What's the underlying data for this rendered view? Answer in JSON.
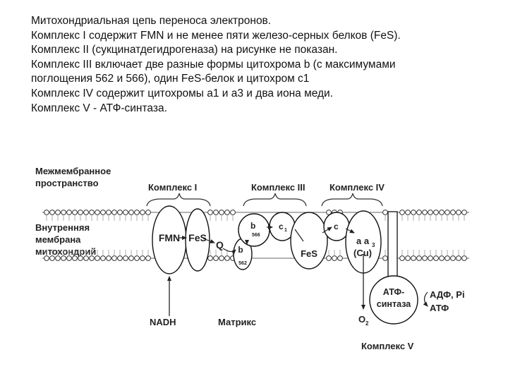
{
  "caption": {
    "lines": [
      "Митохондриальная цепь переноса электронов.",
      "Комплекс I содержит FMN и не менее пяти железо-серных белков (FeS).",
      "Комплекс II (сукцинатдегидрогеназа) на рисунке не показан.",
      "Комплекс III включает две разные формы цитохрома b (с максимумами",
      "поглощения 562 и 566), один FeS-белок и цитохром с1",
      "Комплекс IV содержит цитохромы а1 и а3 и два иона меди.",
      "Комплекс V - АТФ-синтаза."
    ]
  },
  "diagram": {
    "intermembrane_label": [
      "Межмембранное",
      "пространство"
    ],
    "membrane_label": [
      "Внутренняя",
      "мембрана",
      "митохондрий"
    ],
    "complex1_label": "Комплекс I",
    "complex3_label": "Комплекс III",
    "complex4_label": "Комплекс IV",
    "complex5_label": "Комплекс V",
    "fmn": "FMN",
    "fes1": "FeS",
    "q": "Q",
    "b566": "b",
    "b566_sub": "566",
    "b562": "b",
    "b562_sub": "562",
    "c1": "c",
    "c1_sub": "1",
    "fes3": "FeS",
    "c": "c",
    "aa3": "a a",
    "aa3_sub": "3",
    "cu": "(Cu)",
    "atp_synthase": [
      "АТФ-",
      "синтаза"
    ],
    "adp": "АДФ, Pi",
    "atp": "АТФ",
    "o2": "O",
    "o2_sub": "2",
    "nadh": "NADH",
    "matrix": "Матрикс"
  }
}
